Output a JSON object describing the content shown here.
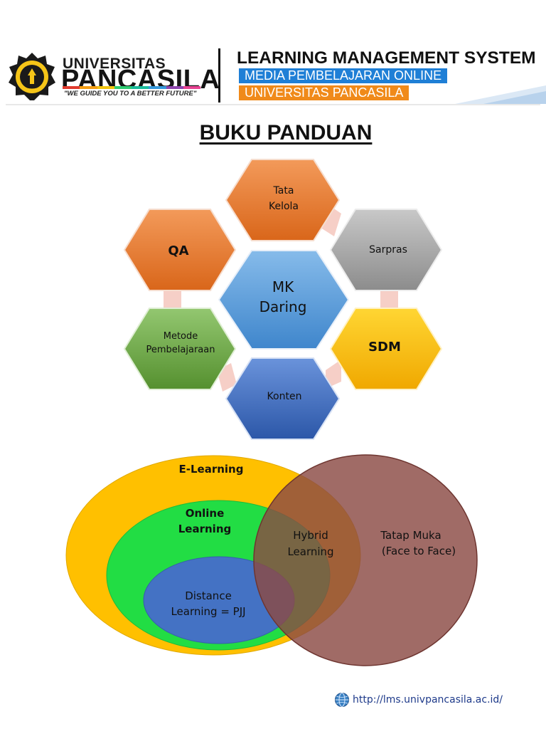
{
  "header": {
    "university_line1": "UNIVERSITAS",
    "university_line2": "PANCASILA",
    "slogan": "\"WE GUIDE YOU TO A BETTER FUTURE\"",
    "stripe_colors": [
      "#e03a2e",
      "#f39c12",
      "#f1c40f",
      "#2ecc71",
      "#1abc9c",
      "#3498db",
      "#8e44ad",
      "#e84393"
    ],
    "system_title": "LEARNING MANAGEMENT SYSTEM",
    "banner_blue": "MEDIA PEMBELAJARAN ONLINE",
    "banner_orange": "UNIVERSITAS PANCASILA",
    "colors": {
      "blue": "#1f7fd6",
      "orange": "#f08a1a"
    }
  },
  "title": "BUKU PANDUAN",
  "hex_diagram": {
    "center": {
      "line1": "MK",
      "line2": "Daring",
      "color": "#5a9bd5"
    },
    "tata_kelola": {
      "line1": "Tata",
      "line2": "Kelola",
      "color": "#ed7d31"
    },
    "qa": {
      "label": "QA",
      "color": "#ed7d31"
    },
    "sarpras": {
      "label": "Sarpras",
      "color": "#a5a5a5"
    },
    "metode": {
      "line1": "Metode",
      "line2": "Pembelajaraan",
      "color": "#70ad47"
    },
    "sdm": {
      "label": "SDM",
      "color": "#ffc000"
    },
    "konten": {
      "label": "Konten",
      "color": "#4472c4"
    }
  },
  "venn": {
    "e_learning": "E-Learning",
    "online_line1": "Online",
    "online_line2": "Learning",
    "distance_line1": "Distance",
    "distance_line2": "Learning = PJJ",
    "hybrid_line1": "Hybrid",
    "hybrid_line2": "Learning",
    "tatap_line1": "Tatap Muka",
    "tatap_line2": "(Face to Face)",
    "colors": {
      "e_learning": "#ffc000",
      "online": "#22dd44",
      "distance": "#4472c4",
      "tatap": "#8b4a44"
    }
  },
  "footer": {
    "url": "http://lms.univpancasila.ac.id/"
  }
}
